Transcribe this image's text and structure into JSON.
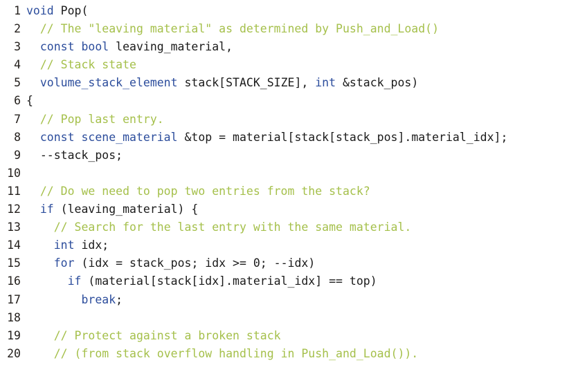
{
  "view": {
    "kind": "code-listing",
    "language": "C++",
    "background_color": "#ffffff",
    "gutter_text_color": "#24201d",
    "colors": {
      "keyword": "#2c4d9c",
      "type": "#2c4d9c",
      "comment": "#a5c04b",
      "plain": "#1a1a1a"
    }
  },
  "lines": [
    {
      "number": "1",
      "text": "void Pop(",
      "tokens": [
        {
          "t": "void",
          "c": "kw"
        },
        {
          "t": " Pop(",
          "c": "txt"
        }
      ]
    },
    {
      "number": "2",
      "text": "  // The \"leaving material\" as determined by Push_and_Load()",
      "tokens": [
        {
          "t": "  ",
          "c": "txt"
        },
        {
          "t": "// The \"leaving material\" as determined by Push_and_Load()",
          "c": "cmt"
        }
      ]
    },
    {
      "number": "3",
      "text": "  const bool leaving_material,",
      "tokens": [
        {
          "t": "  ",
          "c": "txt"
        },
        {
          "t": "const bool",
          "c": "kw"
        },
        {
          "t": " leaving_material,",
          "c": "txt"
        }
      ]
    },
    {
      "number": "4",
      "text": "  // Stack state",
      "tokens": [
        {
          "t": "  ",
          "c": "txt"
        },
        {
          "t": "// Stack state",
          "c": "cmt"
        }
      ]
    },
    {
      "number": "5",
      "text": "  volume_stack_element stack[STACK_SIZE], int &stack_pos)",
      "tokens": [
        {
          "t": "  ",
          "c": "txt"
        },
        {
          "t": "volume_stack_element",
          "c": "type"
        },
        {
          "t": " stack[STACK_SIZE], ",
          "c": "txt"
        },
        {
          "t": "int",
          "c": "kw"
        },
        {
          "t": " &stack_pos)",
          "c": "txt"
        }
      ]
    },
    {
      "number": "6",
      "text": "{",
      "tokens": [
        {
          "t": "{",
          "c": "txt"
        }
      ]
    },
    {
      "number": "7",
      "text": "  // Pop last entry.",
      "tokens": [
        {
          "t": "  ",
          "c": "txt"
        },
        {
          "t": "// Pop last entry.",
          "c": "cmt"
        }
      ]
    },
    {
      "number": "8",
      "text": "  const scene_material &top = material[stack[stack_pos].material_idx];",
      "tokens": [
        {
          "t": "  ",
          "c": "txt"
        },
        {
          "t": "const scene_material",
          "c": "kw"
        },
        {
          "t": " &top = material[stack[stack_pos].material_idx];",
          "c": "txt"
        }
      ]
    },
    {
      "number": "9",
      "text": "  --stack_pos;",
      "tokens": [
        {
          "t": "  --stack_pos;",
          "c": "txt"
        }
      ]
    },
    {
      "number": "10",
      "text": "",
      "tokens": []
    },
    {
      "number": "11",
      "text": "  // Do we need to pop two entries from the stack?",
      "tokens": [
        {
          "t": "  ",
          "c": "txt"
        },
        {
          "t": "// Do we need to pop two entries from the stack?",
          "c": "cmt"
        }
      ]
    },
    {
      "number": "12",
      "text": "  if (leaving_material) {",
      "tokens": [
        {
          "t": "  ",
          "c": "txt"
        },
        {
          "t": "if",
          "c": "kw"
        },
        {
          "t": " (leaving_material) {",
          "c": "txt"
        }
      ]
    },
    {
      "number": "13",
      "text": "    // Search for the last entry with the same material.",
      "tokens": [
        {
          "t": "    ",
          "c": "txt"
        },
        {
          "t": "// Search for the last entry with the same material.",
          "c": "cmt"
        }
      ]
    },
    {
      "number": "14",
      "text": "    int idx;",
      "tokens": [
        {
          "t": "    ",
          "c": "txt"
        },
        {
          "t": "int",
          "c": "kw"
        },
        {
          "t": " idx;",
          "c": "txt"
        }
      ]
    },
    {
      "number": "15",
      "text": "    for (idx = stack_pos; idx >= 0; --idx)",
      "tokens": [
        {
          "t": "    ",
          "c": "txt"
        },
        {
          "t": "for",
          "c": "kw"
        },
        {
          "t": " (idx = stack_pos; idx >= 0; --idx)",
          "c": "txt"
        }
      ]
    },
    {
      "number": "16",
      "text": "      if (material[stack[idx].material_idx] == top)",
      "tokens": [
        {
          "t": "      ",
          "c": "txt"
        },
        {
          "t": "if",
          "c": "kw"
        },
        {
          "t": " (material[stack[idx].material_idx] == top)",
          "c": "txt"
        }
      ]
    },
    {
      "number": "17",
      "text": "        break;",
      "tokens": [
        {
          "t": "        ",
          "c": "txt"
        },
        {
          "t": "break",
          "c": "kw"
        },
        {
          "t": ";",
          "c": "txt"
        }
      ]
    },
    {
      "number": "18",
      "text": "",
      "tokens": []
    },
    {
      "number": "19",
      "text": "    // Protect against a broken stack",
      "tokens": [
        {
          "t": "    ",
          "c": "txt"
        },
        {
          "t": "// Protect against a broken stack",
          "c": "cmt"
        }
      ]
    },
    {
      "number": "20",
      "text": "    // (from stack overflow handling in Push_and_Load()).",
      "tokens": [
        {
          "t": "    ",
          "c": "txt"
        },
        {
          "t": "// (from stack overflow handling in Push_and_Load()).",
          "c": "cmt"
        }
      ]
    }
  ]
}
